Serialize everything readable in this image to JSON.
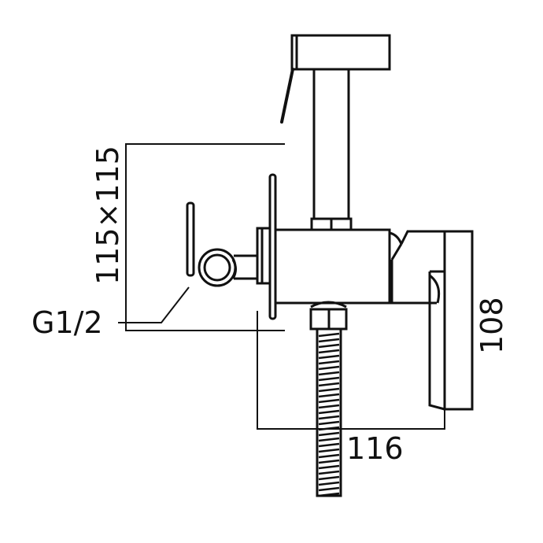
{
  "labels": {
    "plate_size": "115×115",
    "thread": "G1/2",
    "height": "108",
    "depth": "116"
  },
  "colors": {
    "line": "#111111",
    "background": "#ffffff"
  }
}
